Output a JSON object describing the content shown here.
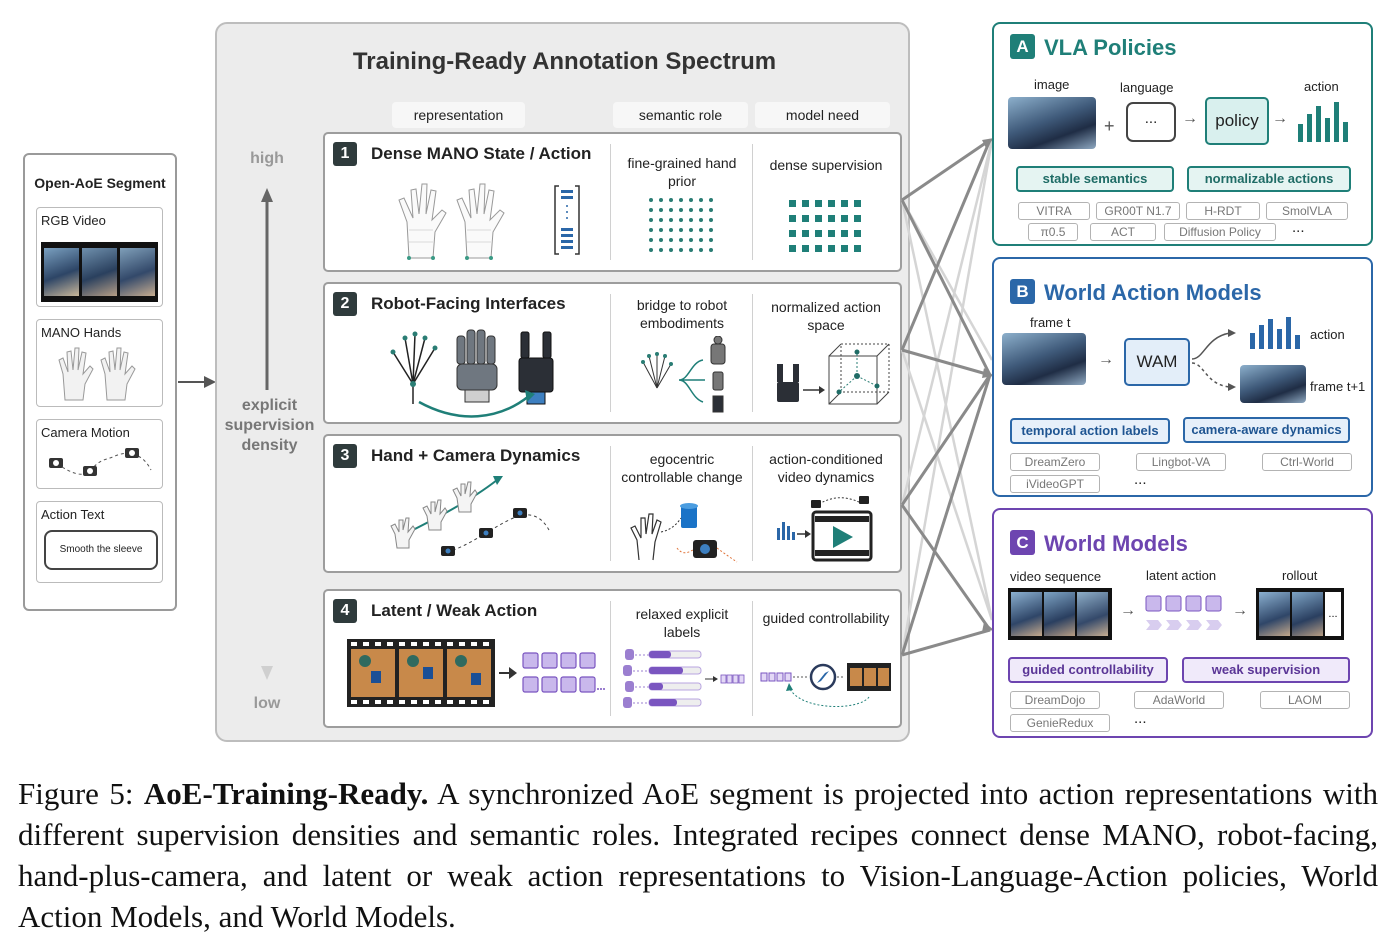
{
  "segment": {
    "title": "Open-AoE Segment",
    "cards": [
      "RGB Video",
      "MANO Hands",
      "Camera Motion",
      "Action Text"
    ],
    "bubble_text": "Smooth the sleeve"
  },
  "spectrum": {
    "title": "Training-Ready Annotation Spectrum",
    "columns": [
      "representation",
      "semantic role",
      "model need"
    ],
    "axis": {
      "high": "high",
      "low": "low",
      "label": "explicit supervision density"
    },
    "rows": [
      {
        "num": "1",
        "title": "Dense MANO State / Action",
        "role": "fine-grained hand prior",
        "need": "dense supervision"
      },
      {
        "num": "2",
        "title": "Robot-Facing Interfaces",
        "role": "bridge to robot embodiments",
        "need": "normalized action space"
      },
      {
        "num": "3",
        "title": "Hand + Camera Dynamics",
        "role": "egocentric controllable change",
        "need": "action-conditioned video dynamics"
      },
      {
        "num": "4",
        "title": "Latent / Weak Action",
        "role": "relaxed explicit labels",
        "need": "guided controllability"
      }
    ]
  },
  "panels": {
    "vla": {
      "badge": "A",
      "title": "VLA Policies",
      "color": "#1f7f78",
      "image_label": "image",
      "language_label": "language",
      "language_bubble": "...",
      "policy_label": "policy",
      "action_label": "action",
      "tags": [
        "stable semantics",
        "normalizable actions"
      ],
      "chips": [
        "VITRA",
        "GR00T N1.7",
        "H-RDT",
        "SmolVLA",
        "π0.5",
        "ACT",
        "Diffusion Policy"
      ],
      "more": "..."
    },
    "wam": {
      "badge": "B",
      "title": "World Action Models",
      "color": "#2b67a8",
      "frame_t": "frame t",
      "model": "WAM",
      "action_label": "action",
      "frame_next": "frame t+1",
      "tags": [
        "temporal action labels",
        "camera-aware dynamics"
      ],
      "chips": [
        "DreamZero",
        "Lingbot-VA",
        "Ctrl-World",
        "iVideoGPT"
      ],
      "more": "..."
    },
    "wm": {
      "badge": "C",
      "title": "World Models",
      "color": "#6d45b0",
      "video_label": "video sequence",
      "latent_label": "latent action",
      "rollout_label": "rollout",
      "tags": [
        "guided controllability",
        "weak supervision"
      ],
      "chips": [
        "DreamDojo",
        "AdaWorld",
        "LAOM",
        "GenieRedux"
      ],
      "more": "..."
    }
  },
  "caption": {
    "prefix": "Figure 5:",
    "bold": "AoE-Training-Ready.",
    "text": "A synchronized AoE segment is projected into action representations with different supervision densities and semantic roles. Integrated recipes connect dense MANO, robot-facing, hand-plus-camera, and latent or weak action representations to Vision-Language-Action policies, World Action Models, and World Models."
  }
}
